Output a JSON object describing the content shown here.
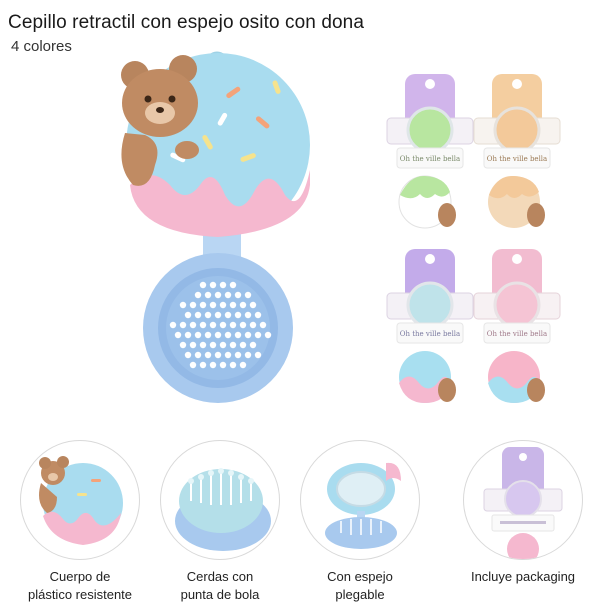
{
  "header": {
    "title": "Cepillo retractil con espejo osito con dona",
    "subtitle": "4 colores"
  },
  "hero": {
    "image": "bear-donut-folding-brush",
    "colors": {
      "top": "#a9dcef",
      "icing": "#f5b8cf",
      "bear": "#b8855e",
      "brush": "#a8c9ee"
    }
  },
  "variants": [
    {
      "name": "green-variant",
      "icing": "#b8e6a0",
      "base": "#ffffff",
      "label_text": "Oh the ville bella",
      "card": "#c9a8e8"
    },
    {
      "name": "orange-variant",
      "icing": "#f3c99a",
      "base": "#ffffff",
      "label_text": "Oh the ville bella",
      "card": "#f2c68f"
    },
    {
      "name": "blue-variant",
      "icing": "#a8dff0",
      "base": "#f5b8cf",
      "label_text": "Oh the ville bella",
      "card": "#b89ce6"
    },
    {
      "name": "pink-variant",
      "icing": "#f7b5c9",
      "base": "#a8dff0",
      "label_text": "Oh the ville bella",
      "card": "#f0b0c8"
    }
  ],
  "features": [
    {
      "icon": "brush-body-icon",
      "line1": "Cuerpo de",
      "line2": "plástico resistente"
    },
    {
      "icon": "ball-bristles-icon",
      "line1": "Cerdas con",
      "line2": "punta de bola"
    },
    {
      "icon": "folding-mirror-icon",
      "line1": "Con espejo",
      "line2": "plegable"
    },
    {
      "icon": "packaging-icon",
      "line1": "Incluye packaging",
      "line2": ""
    }
  ]
}
